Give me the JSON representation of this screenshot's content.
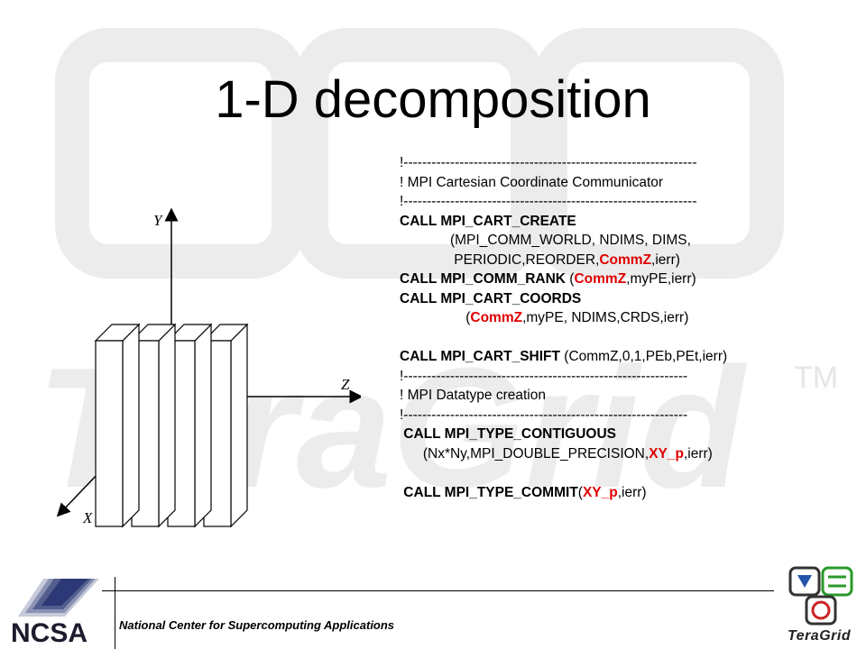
{
  "slide": {
    "title": "1-D decomposition",
    "code_lines": [
      {
        "parts": [
          {
            "t": "!---------------------------------------------------------------",
            "s": "n"
          }
        ]
      },
      {
        "parts": [
          {
            "t": "! MPI Cartesian Coordinate Communicator",
            "s": "n"
          }
        ]
      },
      {
        "parts": [
          {
            "t": "!---------------------------------------------------------------",
            "s": "n"
          }
        ]
      },
      {
        "parts": [
          {
            "t": "CALL MPI_CART_CREATE",
            "s": "b"
          }
        ]
      },
      {
        "parts": [
          {
            "t": "             (MPI_COMM_WORLD, NDIMS, DIMS,",
            "s": "n"
          }
        ]
      },
      {
        "parts": [
          {
            "t": "              PERIODIC,REORDER,",
            "s": "n"
          },
          {
            "t": "CommZ",
            "s": "r"
          },
          {
            "t": ",ierr)",
            "s": "n"
          }
        ]
      },
      {
        "parts": [
          {
            "t": "CALL MPI_COMM_RANK",
            "s": "b"
          },
          {
            "t": " (",
            "s": "n"
          },
          {
            "t": "CommZ",
            "s": "r"
          },
          {
            "t": ",myPE,ierr)",
            "s": "n"
          }
        ]
      },
      {
        "parts": [
          {
            "t": "CALL MPI_CART_COORDS",
            "s": "b"
          }
        ]
      },
      {
        "parts": [
          {
            "t": "                 (",
            "s": "n"
          },
          {
            "t": "CommZ",
            "s": "r"
          },
          {
            "t": ",myPE, NDIMS,CRDS,ierr)",
            "s": "n"
          }
        ]
      },
      {
        "parts": [
          {
            "t": "",
            "s": "n"
          }
        ]
      },
      {
        "parts": [
          {
            "t": "CALL MPI_CART_SHIFT",
            "s": "b"
          },
          {
            "t": " (CommZ,0,1,PEb,PEt,ierr)",
            "s": "n"
          }
        ]
      },
      {
        "parts": [
          {
            "t": "!-------------------------------------------------------------",
            "s": "n"
          }
        ]
      },
      {
        "parts": [
          {
            "t": "! MPI Datatype creation",
            "s": "n"
          }
        ]
      },
      {
        "parts": [
          {
            "t": "!-------------------------------------------------------------",
            "s": "n"
          }
        ]
      },
      {
        "parts": [
          {
            "t": " CALL MPI_TYPE_CONTIGUOUS",
            "s": "b"
          }
        ]
      },
      {
        "parts": [
          {
            "t": "      (Nx*Ny,MPI_DOUBLE_PRECISION,",
            "s": "n"
          },
          {
            "t": "XY_p",
            "s": "r"
          },
          {
            "t": ",ierr)",
            "s": "n"
          }
        ]
      },
      {
        "parts": [
          {
            "t": "",
            "s": "n"
          }
        ]
      },
      {
        "parts": [
          {
            "t": " CALL MPI_TYPE_COMMIT",
            "s": "b"
          },
          {
            "t": "(",
            "s": "n"
          },
          {
            "t": "XY_p",
            "s": "r"
          },
          {
            "t": ",ierr)",
            "s": "n"
          }
        ]
      }
    ]
  },
  "diagram": {
    "axis_y": "Y",
    "axis_z": "Z",
    "axis_x": "X",
    "slab_count": 4
  },
  "footer": {
    "org_text": "National Center for Supercomputing Applications",
    "ncsa_logo_text": "NCSA",
    "teragrid_logo_text": "TeraGrid",
    "tm": "TM"
  },
  "colors": {
    "highlight": "#e00000",
    "watermark": "#e8e8e8"
  }
}
